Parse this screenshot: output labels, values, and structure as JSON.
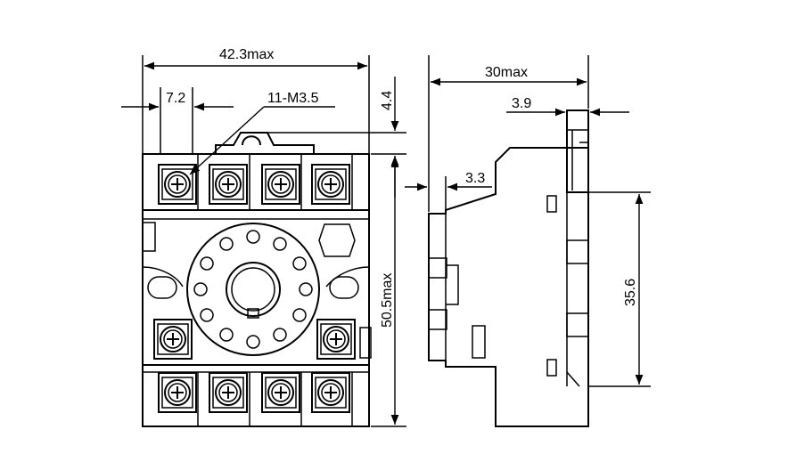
{
  "dimensions": {
    "front_width": "42.3max",
    "terminal_pitch": "7.2",
    "screw_callout": "11-M3.5",
    "top_clip": "4.4",
    "height": "50.5max",
    "side_depth": "30max",
    "side_top": "3.9",
    "side_offset": "3.3",
    "rail_spacing": "35.6"
  }
}
